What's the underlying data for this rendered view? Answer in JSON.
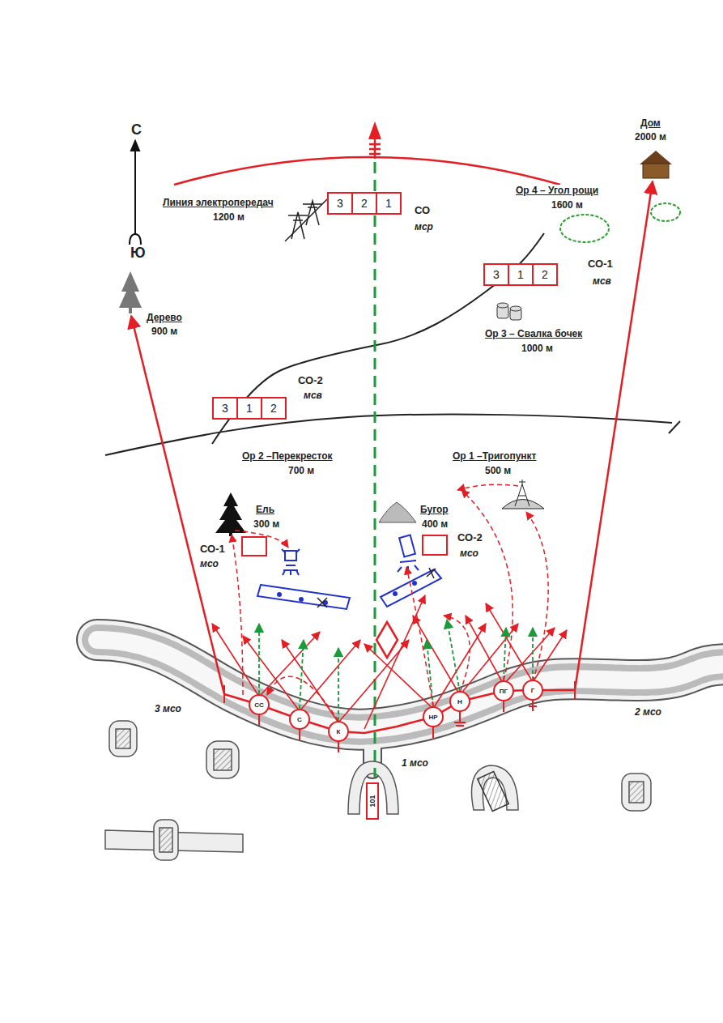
{
  "diagram": {
    "nodes": [
      {
        "text": [
          "СО",
          "мср"
        ]
      },
      {
        "text": [
          "3"
        ],
        "in": 0
      },
      {
        "text": [
          "2"
        ],
        "in": 0
      },
      {
        "text": [
          "1"
        ],
        "in": 0
      },
      {
        "text": [
          "СО-1",
          "мсв"
        ]
      },
      {
        "text": [
          "3"
        ],
        "in": 4
      },
      {
        "text": [
          "1"
        ],
        "in": 4
      },
      {
        "text": [
          "2"
        ],
        "in": 4
      },
      {
        "text": [
          "СО-2",
          "мсв"
        ]
      },
      {
        "text": [
          "3"
        ],
        "in": 8
      },
      {
        "text": [
          "1"
        ],
        "in": 8
      },
      {
        "text": [
          "2"
        ],
        "in": 8
      },
      {
        "text": [
          "СО-1",
          "мсо"
        ]
      },
      {
        "text": [
          "СО-2",
          "мсо"
        ]
      },
      {
        "text": [
          "СС"
        ]
      },
      {
        "text": [
          "С"
        ]
      },
      {
        "text": [
          "К"
        ]
      },
      {
        "text": [
          "НР"
        ]
      },
      {
        "text": [
          "Н"
        ]
      },
      {
        "text": [
          "ПГ"
        ]
      },
      {
        "text": [
          "Г"
        ]
      },
      {
        "text": [
          "101"
        ]
      }
    ],
    "labels": [
      "С",
      "Ю",
      "Дом",
      "2000 м",
      "Линия электропередач",
      "1200 м",
      "Ор 4 – Угол рощи",
      "1600 м",
      "Дерево",
      "900 м",
      "Ор 3 – Свалка бочек",
      "1000 м",
      "Ор 2 –Перекресток",
      "700 м",
      "Ор 1 –Тригопункт",
      "500 м",
      "Ель",
      "300 м",
      "Бугор",
      "400 м",
      "3 мсо",
      "2 мсо",
      "1 мсо"
    ]
  }
}
